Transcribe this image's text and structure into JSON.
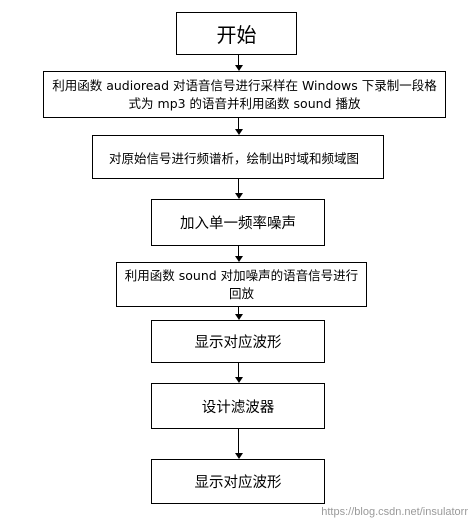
{
  "flowchart": {
    "steps": [
      "开始",
      "利用函数 audioread 对语音信号进行采样在 Windows 下录制一段格式为 mp3 的语音并利用函数 sound 播放",
      "对原始信号进行频谱析，绘制出时域和频域图",
      "加入单一频率噪声",
      "利用函数 sound 对加噪声的语音信号进行回放",
      "显示对应波形",
      "设计滤波器",
      "显示对应波形"
    ]
  },
  "watermark": "https://blog.csdn.net/insulatorr"
}
